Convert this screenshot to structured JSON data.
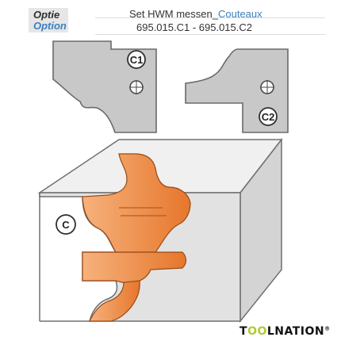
{
  "option_badge": {
    "line1": "Optie",
    "line2": "Option"
  },
  "header": {
    "title_prefix": "Set HWM messen_",
    "title_accent": "Couteaux",
    "subtitle": "695.015.C1 - 695.015.C2"
  },
  "labels": {
    "c1": "C1",
    "c2": "C2",
    "c": "C"
  },
  "logo": {
    "part1": "T",
    "part2": "OO",
    "part3": "LNATION",
    "trademark": "®"
  },
  "colors": {
    "accent_blue": "#3d7fc0",
    "knife_fill": "#c8c8c8",
    "block_front": "#e2e2e2",
    "block_top": "#f0f0f0",
    "block_side": "#d4d4d4",
    "profile_orange": "#ef8d45",
    "logo_green": "#b5c934"
  }
}
